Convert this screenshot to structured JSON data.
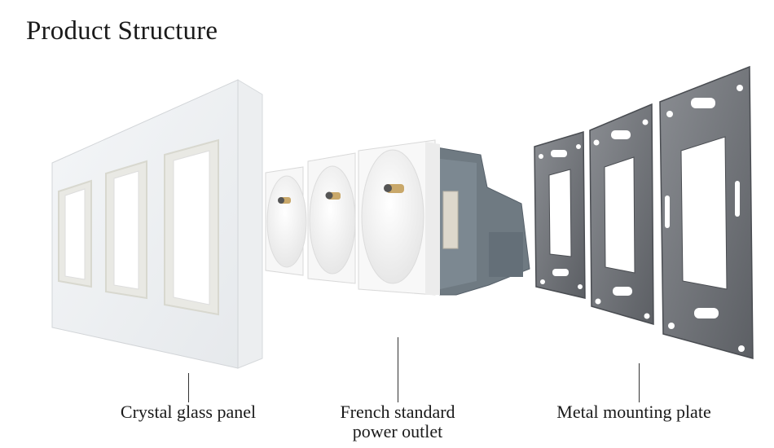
{
  "title": "Product Structure",
  "labels": {
    "panel": "Crystal glass panel",
    "outlet_line1": "French standard",
    "outlet_line2": "power outlet",
    "plate": "Metal mounting plate"
  }
}
